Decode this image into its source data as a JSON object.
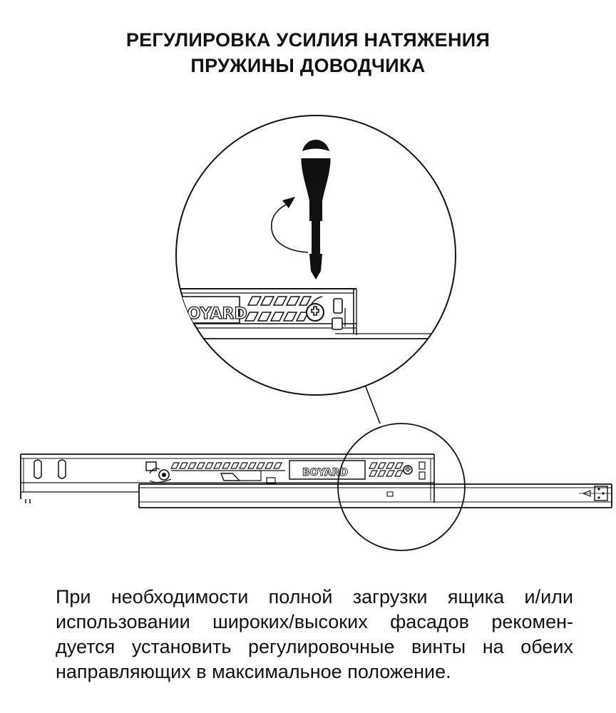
{
  "title": {
    "line1": "РЕГУЛИРОВКА УСИЛИЯ НАТЯЖЕНИЯ",
    "line2": "ПРУЖИНЫ ДОВОДЧИКА"
  },
  "illustration": {
    "brand_logo": "BOYARD",
    "stroke_color": "#111111"
  },
  "description": {
    "lines": [
      "При необходимости полной загрузки ящика и/или",
      "использовании широких/высоких фасадов рекомен-",
      "дуется установить регулировочные винты на обеих",
      "направляющих в максимальное положение."
    ]
  }
}
